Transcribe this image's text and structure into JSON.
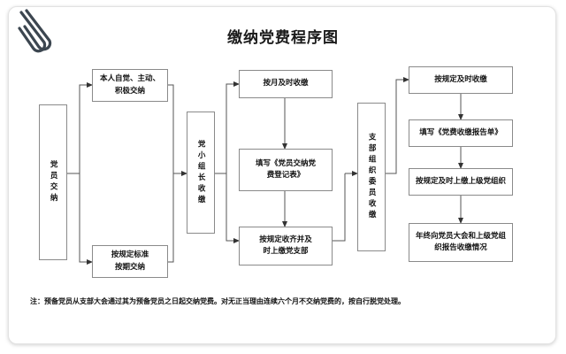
{
  "document": {
    "title": "缴纳党费程序图",
    "footnote": "注：预备党员从支部大会通过其为预备党员之日起交纳党费。对无正当理由连续六个月不交纳党费的，按自行脱党处理。",
    "attachment_icon": "paperclip-icon",
    "accent_color": "#8a8a8a",
    "text_color": "#111111",
    "background_color": "#ffffff"
  },
  "chart_data": {
    "type": "diagram",
    "title": "缴纳党费程序图",
    "orientation": "left-to-right",
    "nodes": [
      {
        "id": "n1",
        "label": "党员交纳",
        "orient": "vertical",
        "column": 1
      },
      {
        "id": "n2",
        "label": "本人自觉、主动、\n积极交纳",
        "orient": "horizontal",
        "column": 2
      },
      {
        "id": "n3",
        "label": "按规定标准\n按期交纳",
        "orient": "horizontal",
        "column": 2
      },
      {
        "id": "n4",
        "label": "党小组长收缴",
        "orient": "vertical",
        "column": 3
      },
      {
        "id": "n5",
        "label": "按月及时收缴",
        "orient": "horizontal",
        "column": 4
      },
      {
        "id": "n6",
        "label": "填写《党员交纳党\n费登记表》",
        "orient": "horizontal",
        "column": 4
      },
      {
        "id": "n7",
        "label": "按规定收齐并及\n时上缴党支部",
        "orient": "horizontal",
        "column": 4
      },
      {
        "id": "n8",
        "label": "支部组织委员收缴",
        "orient": "vertical",
        "column": 5
      },
      {
        "id": "n9",
        "label": "按规定及时收缴",
        "orient": "horizontal",
        "column": 6
      },
      {
        "id": "n10",
        "label": "填写《党费收缴报告单》",
        "orient": "horizontal",
        "column": 6
      },
      {
        "id": "n11",
        "label": "按规定及时上缴上级党组织",
        "orient": "horizontal",
        "column": 6
      },
      {
        "id": "n12",
        "label": "年终向党员大会和上级党组\n织报告收缴情况",
        "orient": "horizontal",
        "column": 6
      }
    ],
    "edges": [
      {
        "from": "n1",
        "to": "n2"
      },
      {
        "from": "n1",
        "to": "n3"
      },
      {
        "from": "n2",
        "to": "n4"
      },
      {
        "from": "n3",
        "to": "n4"
      },
      {
        "from": "n4",
        "to": "n5"
      },
      {
        "from": "n4",
        "to": "n7"
      },
      {
        "from": "n5",
        "to": "n6"
      },
      {
        "from": "n6",
        "to": "n7"
      },
      {
        "from": "n7",
        "to": "n8"
      },
      {
        "from": "n8",
        "to": "n9"
      },
      {
        "from": "n9",
        "to": "n10"
      },
      {
        "from": "n10",
        "to": "n11"
      },
      {
        "from": "n11",
        "to": "n12"
      }
    ]
  }
}
